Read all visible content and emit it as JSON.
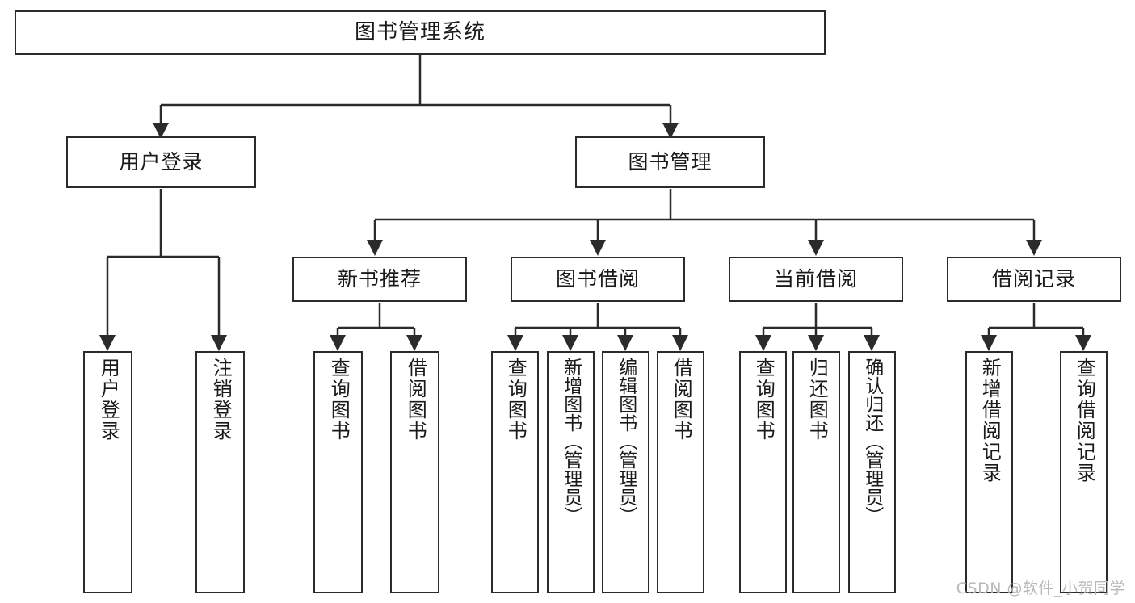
{
  "diagram": {
    "title": "图书管理系统",
    "type": "hierarchy-tree",
    "watermark": "CSDN @软件_小贺同学",
    "colors": {
      "stroke": "#2b2b2b",
      "fill": "#ffffff",
      "text": "#1a1a1a",
      "watermark": "#b9b9b9"
    },
    "nodes": {
      "root": {
        "label": "图书管理系统"
      },
      "level2": [
        {
          "label": "用户登录"
        },
        {
          "label": "图书管理"
        }
      ],
      "level3": [
        {
          "label": "新书推荐"
        },
        {
          "label": "图书借阅"
        },
        {
          "label": "当前借阅"
        },
        {
          "label": "借阅记录"
        }
      ],
      "leaves": [
        {
          "label": "用户登录"
        },
        {
          "label": "注销登录"
        },
        {
          "label": "查询图书"
        },
        {
          "label": "借阅图书"
        },
        {
          "label": "查询图书"
        },
        {
          "label": "新增图书（管理员）"
        },
        {
          "label": "编辑图书（管理员）"
        },
        {
          "label": "借阅图书"
        },
        {
          "label": "查询图书"
        },
        {
          "label": "归还图书"
        },
        {
          "label": "确认归还（管理员）"
        },
        {
          "label": "新增借阅记录"
        },
        {
          "label": "查询借阅记录"
        }
      ]
    }
  }
}
